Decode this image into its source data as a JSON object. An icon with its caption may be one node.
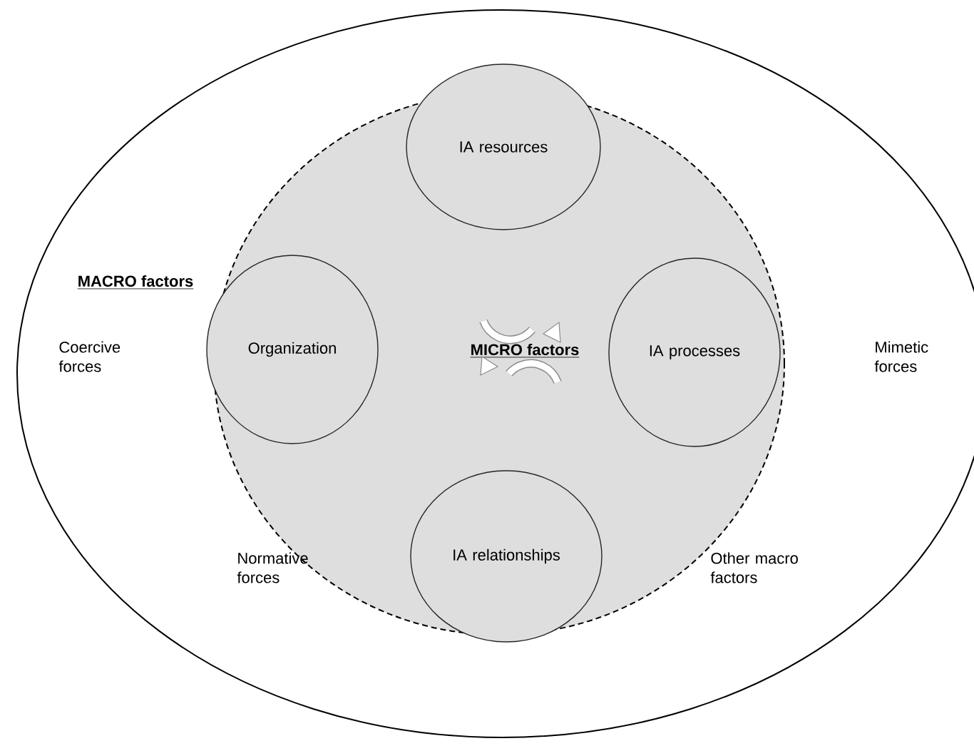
{
  "diagram": {
    "nodes": [
      {
        "text": [
          "MACRO factors"
        ]
      },
      {
        "text": [
          "MICRO factors"
        ],
        "in": 0
      },
      {
        "text": [
          "IA resources"
        ],
        "in": 1
      },
      {
        "text": [
          "Organization"
        ],
        "in": 1
      },
      {
        "text": [
          "IA processes"
        ],
        "in": 1
      },
      {
        "text": [
          "IA relationships"
        ],
        "in": 1
      }
    ],
    "labels": [
      "Coercive forces",
      "Mimetic forces",
      "Normative forces",
      "Other macro factors"
    ]
  }
}
